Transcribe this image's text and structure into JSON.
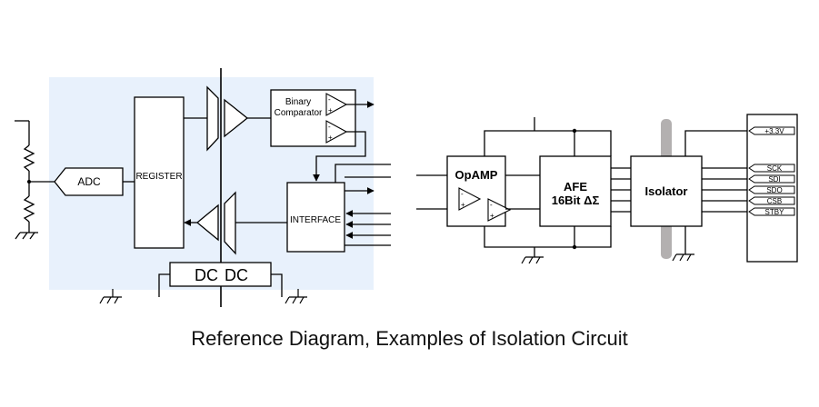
{
  "caption": "Reference Diagram, Examples of Isolation Circuit",
  "left_circuit": {
    "adc_label": "ADC",
    "register_label": "REGISTER",
    "comparator_label_line1": "Binary",
    "comparator_label_line2": "Comparator",
    "interface_label": "INTERFACE",
    "dcdc_left": "DC",
    "dcdc_right": "DC"
  },
  "right_circuit": {
    "opamp_label": "OpAMP",
    "afe_label_line1": "AFE",
    "afe_label_line2": "16Bit ΔΣ",
    "isolator_label": "Isolator",
    "connector_pins": [
      "+3.3V",
      "SCK",
      "SDI",
      "SDO",
      "CSB",
      "STBY"
    ]
  },
  "colors": {
    "isolated_region": "#e8f1fc",
    "isolation_barrier": "#b3b0b0",
    "line": "#000000"
  }
}
